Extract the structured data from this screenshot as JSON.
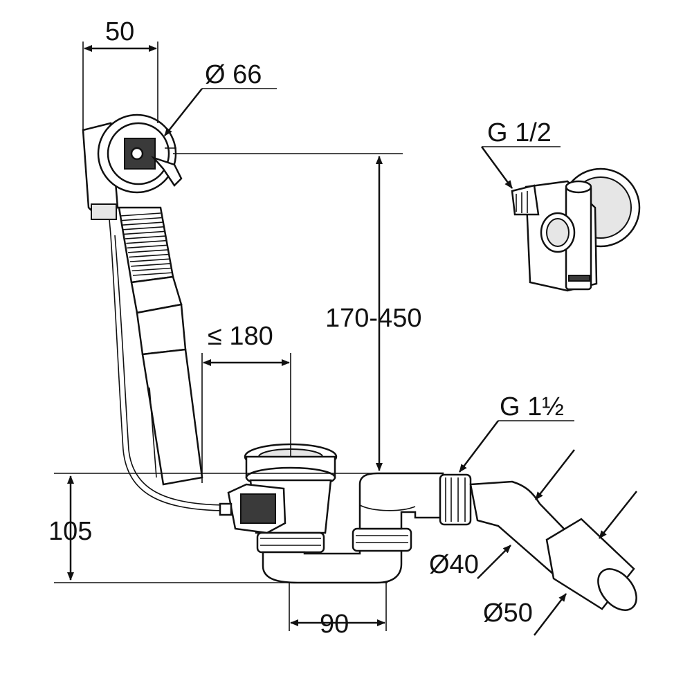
{
  "dimensions": {
    "overflow_width": "50",
    "overflow_diameter": "Ø 66",
    "height_range": "170-450",
    "max_distance": "≤ 180",
    "waste_height": "105",
    "trap_offset": "90",
    "pipe_d40": "Ø40",
    "pipe_d50": "Ø50"
  },
  "threads": {
    "valve_connection": "G 1/2",
    "outlet_connection": "G 1½"
  }
}
